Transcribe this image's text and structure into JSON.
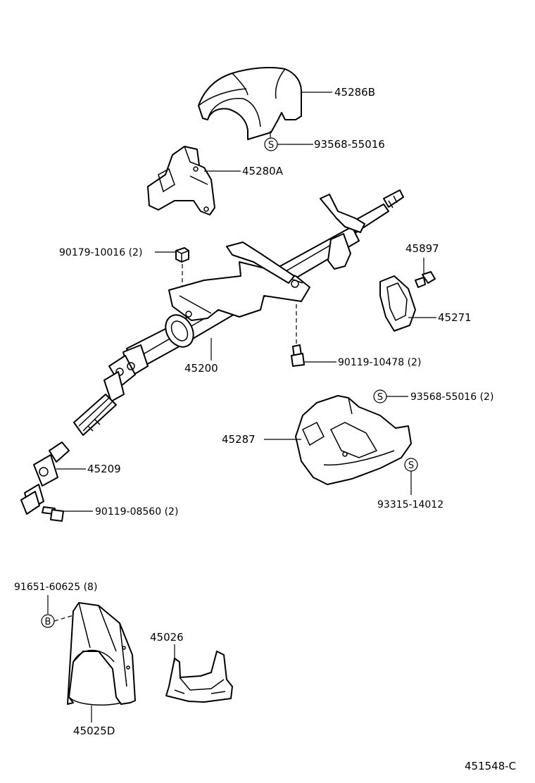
{
  "diagram_id": "451548-C",
  "labels": {
    "p45286B": "45286B",
    "p93568a": "93568-55016",
    "p45280A": "45280A",
    "p90179": "90179-10016 (2)",
    "p45897": "45897",
    "p45271": "45271",
    "p45200": "45200",
    "p90119a": "90119-10478 (2)",
    "p93568b": "93568-55016 (2)",
    "p45287": "45287",
    "p93315": "93315-14012",
    "p45209": "45209",
    "p90119b": "90119-08560 (2)",
    "p91651": "91651-60625 (8)",
    "p45026": "45026",
    "p45025D": "45025D"
  },
  "symbols": {
    "s": "S",
    "b": "B"
  }
}
